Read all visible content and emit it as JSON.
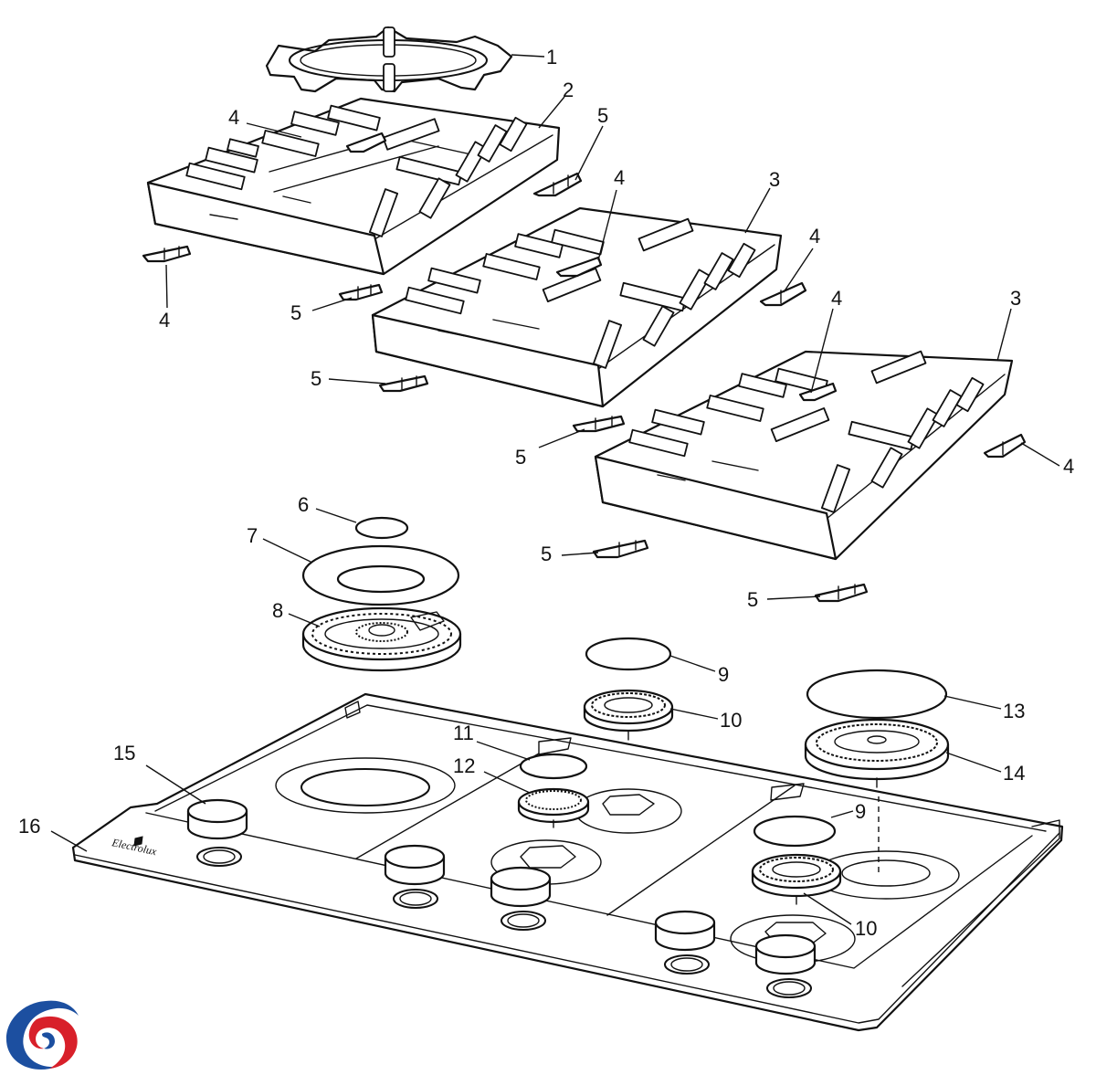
{
  "diagram": {
    "brand_text": "Electrolux",
    "logo_colors": {
      "blue": "#1c4fa0",
      "red": "#d8202a"
    },
    "callouts": [
      {
        "label": "1",
        "part": "wok-ring"
      },
      {
        "label": "2",
        "part": "pan-support-left"
      },
      {
        "label": "3",
        "part": "pan-support-middle"
      },
      {
        "label": "3",
        "part": "pan-support-right"
      },
      {
        "label": "4",
        "part": "support-foot"
      },
      {
        "label": "4",
        "part": "support-foot"
      },
      {
        "label": "4",
        "part": "support-foot"
      },
      {
        "label": "4",
        "part": "support-foot"
      },
      {
        "label": "4",
        "part": "support-foot"
      },
      {
        "label": "4",
        "part": "support-foot"
      },
      {
        "label": "5",
        "part": "support-foot"
      },
      {
        "label": "5",
        "part": "support-foot"
      },
      {
        "label": "5",
        "part": "support-foot"
      },
      {
        "label": "5",
        "part": "support-foot"
      },
      {
        "label": "5",
        "part": "support-foot"
      },
      {
        "label": "5",
        "part": "support-foot"
      },
      {
        "label": "6",
        "part": "wok-burner-inner-cap"
      },
      {
        "label": "7",
        "part": "wok-burner-outer-cap"
      },
      {
        "label": "8",
        "part": "wok-burner-crown"
      },
      {
        "label": "9",
        "part": "semi-rapid-burner-cap"
      },
      {
        "label": "9",
        "part": "semi-rapid-burner-cap"
      },
      {
        "label": "10",
        "part": "semi-rapid-burner-crown"
      },
      {
        "label": "10",
        "part": "semi-rapid-burner-crown"
      },
      {
        "label": "11",
        "part": "auxiliary-burner-cap"
      },
      {
        "label": "12",
        "part": "auxiliary-burner-crown"
      },
      {
        "label": "13",
        "part": "rapid-burner-cap"
      },
      {
        "label": "14",
        "part": "rapid-burner-crown"
      },
      {
        "label": "15",
        "part": "control-knob"
      },
      {
        "label": "16",
        "part": "hob-top"
      }
    ]
  }
}
